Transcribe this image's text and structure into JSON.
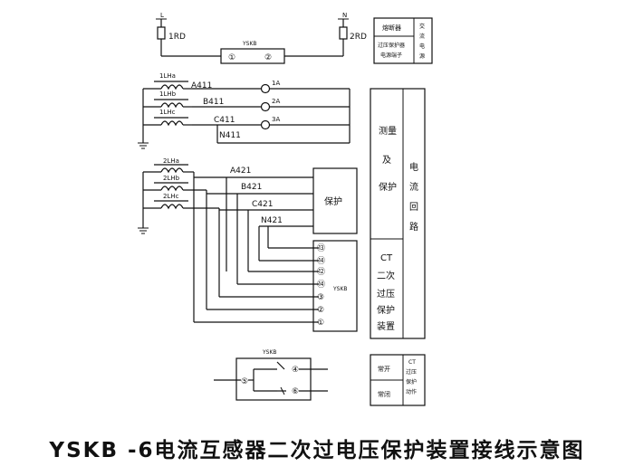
{
  "title": "YSKB -6电流互感器二次过电压保护装置接线示意图",
  "top": {
    "l_label": "L",
    "n_label": "N",
    "fuse_1": "1RD",
    "fuse_2": "2RD",
    "device": "YSKB",
    "term_1": "①",
    "term_2": "②",
    "legend_fuse": "熔断器",
    "legend_device_line1": "过压保护器",
    "legend_device_line2": "电源端子",
    "legend_ac": [
      "交",
      "流",
      "电",
      "源"
    ]
  },
  "ct1": {
    "coils": [
      "1LHa",
      "1LHb",
      "1LHc"
    ],
    "wires": [
      "A411",
      "B411",
      "C411",
      "N411"
    ],
    "meters": [
      "1A",
      "2A",
      "3A"
    ]
  },
  "ct2": {
    "coils": [
      "2LHa",
      "2LHb",
      "2LHc"
    ],
    "wires": [
      "A421",
      "B421",
      "C421",
      "N421"
    ],
    "protect": "保护"
  },
  "terminal_block": {
    "name": "YSKB",
    "terminals": [
      "⑬",
      "⑭",
      "⑫",
      "⑭",
      "③",
      "②",
      "①"
    ]
  },
  "right_panel": {
    "measure": [
      "测量",
      "及",
      "保护"
    ],
    "current_loop": [
      "电",
      "流",
      "回",
      "路"
    ],
    "ct_protect": [
      "CT",
      "二次",
      "过压",
      "保护",
      "装置"
    ]
  },
  "contacts": {
    "device": "YSKB",
    "terms": [
      "⑤",
      "④",
      "⑥"
    ],
    "no": "常开",
    "nc": "常闭",
    "action": [
      "CT",
      "过压",
      "保护",
      "动作"
    ]
  }
}
